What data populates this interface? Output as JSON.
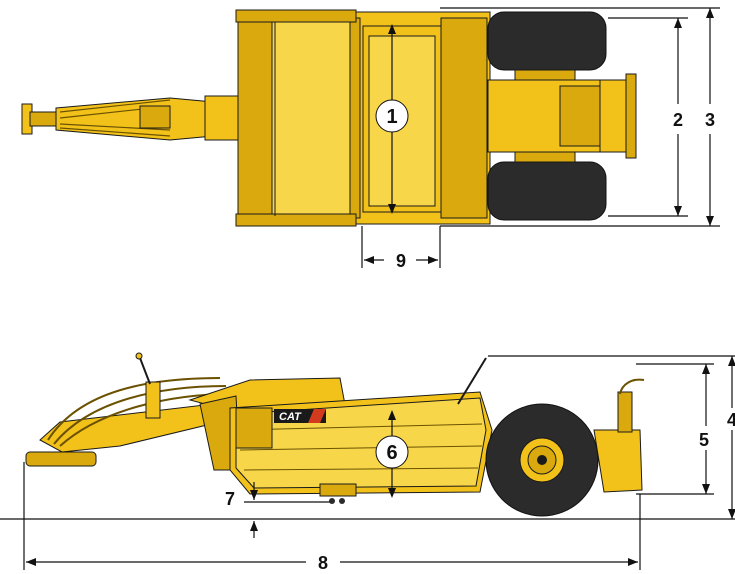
{
  "diagram": {
    "callouts": [
      "1",
      "6"
    ],
    "dimension_labels": [
      "2",
      "3",
      "4",
      "5",
      "7",
      "8",
      "9"
    ],
    "brand_mark": "CAT",
    "colors": {
      "machine_yellow": "#F2C21B",
      "tire": "#2b2b2b",
      "dimension_lines": "#111111"
    }
  }
}
